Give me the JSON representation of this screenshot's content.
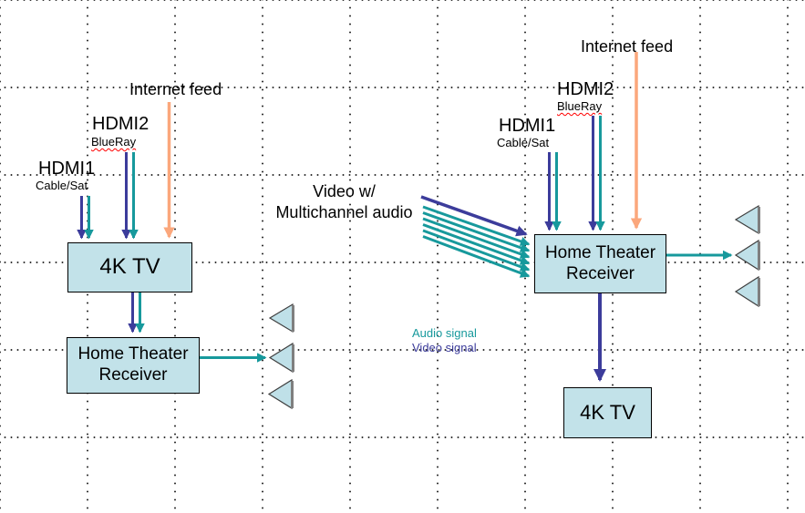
{
  "colors": {
    "audio": "#17999C",
    "video": "#3C3C9B",
    "internet": "#FBA77C",
    "box_fill": "#C2E2E9",
    "box_border": "#000000",
    "speaker_fill": "#BFE0E8",
    "speaker_border": "#3F3F3F",
    "speaker_shadow": "#7F7F7F",
    "grid_dot": "#333333",
    "misspell_underline": "#FF0000",
    "text": "#000000"
  },
  "left_diagram": {
    "internet_feed": "Internet feed",
    "hdmi2": "HDMI2",
    "hdmi2_device": "BlueRay",
    "hdmi1": "HDMI1",
    "hdmi1_device": "Cable/Sat",
    "tv": "4K TV",
    "receiver": "Home Theater Receiver"
  },
  "right_diagram": {
    "internet_feed": "Internet feed",
    "hdmi2": "HDMI2",
    "hdmi2_device": "BlueRay",
    "hdmi1": "HDMI1",
    "hdmi1_device": "Cable/Sat",
    "multichannel_line1": "Video w/",
    "multichannel_line2": "Multichannel audio",
    "receiver": "Home Theater Receiver",
    "tv": "4K TV"
  },
  "legend": {
    "audio": "Audio signal",
    "video": "Video signal"
  }
}
